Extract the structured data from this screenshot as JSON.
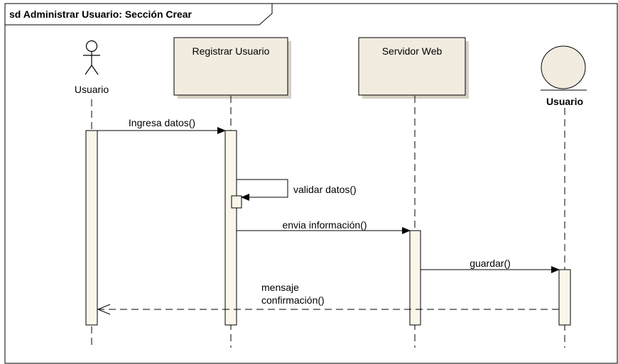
{
  "frame": {
    "title": "sd Administrar Usuario: Sección Crear"
  },
  "actor": {
    "name": "Usuario"
  },
  "lifelines": {
    "registrar": "Registrar Usuario",
    "servidor": "Servidor Web",
    "entity": "Usuario"
  },
  "messages": {
    "ingresa": "Ingresa datos()",
    "validar": "validar datos()",
    "envia": "envia información()",
    "guardar": "guardar()",
    "mensaje_line1": "mensaje",
    "mensaje_line2": "confirmación()"
  },
  "colors": {
    "box_fill": "#f2ece0",
    "box_shadow": "#d6d0c4",
    "activation_fill": "#fbf6ea",
    "entity_fill": "#f1ebe0",
    "line": "#000000"
  }
}
